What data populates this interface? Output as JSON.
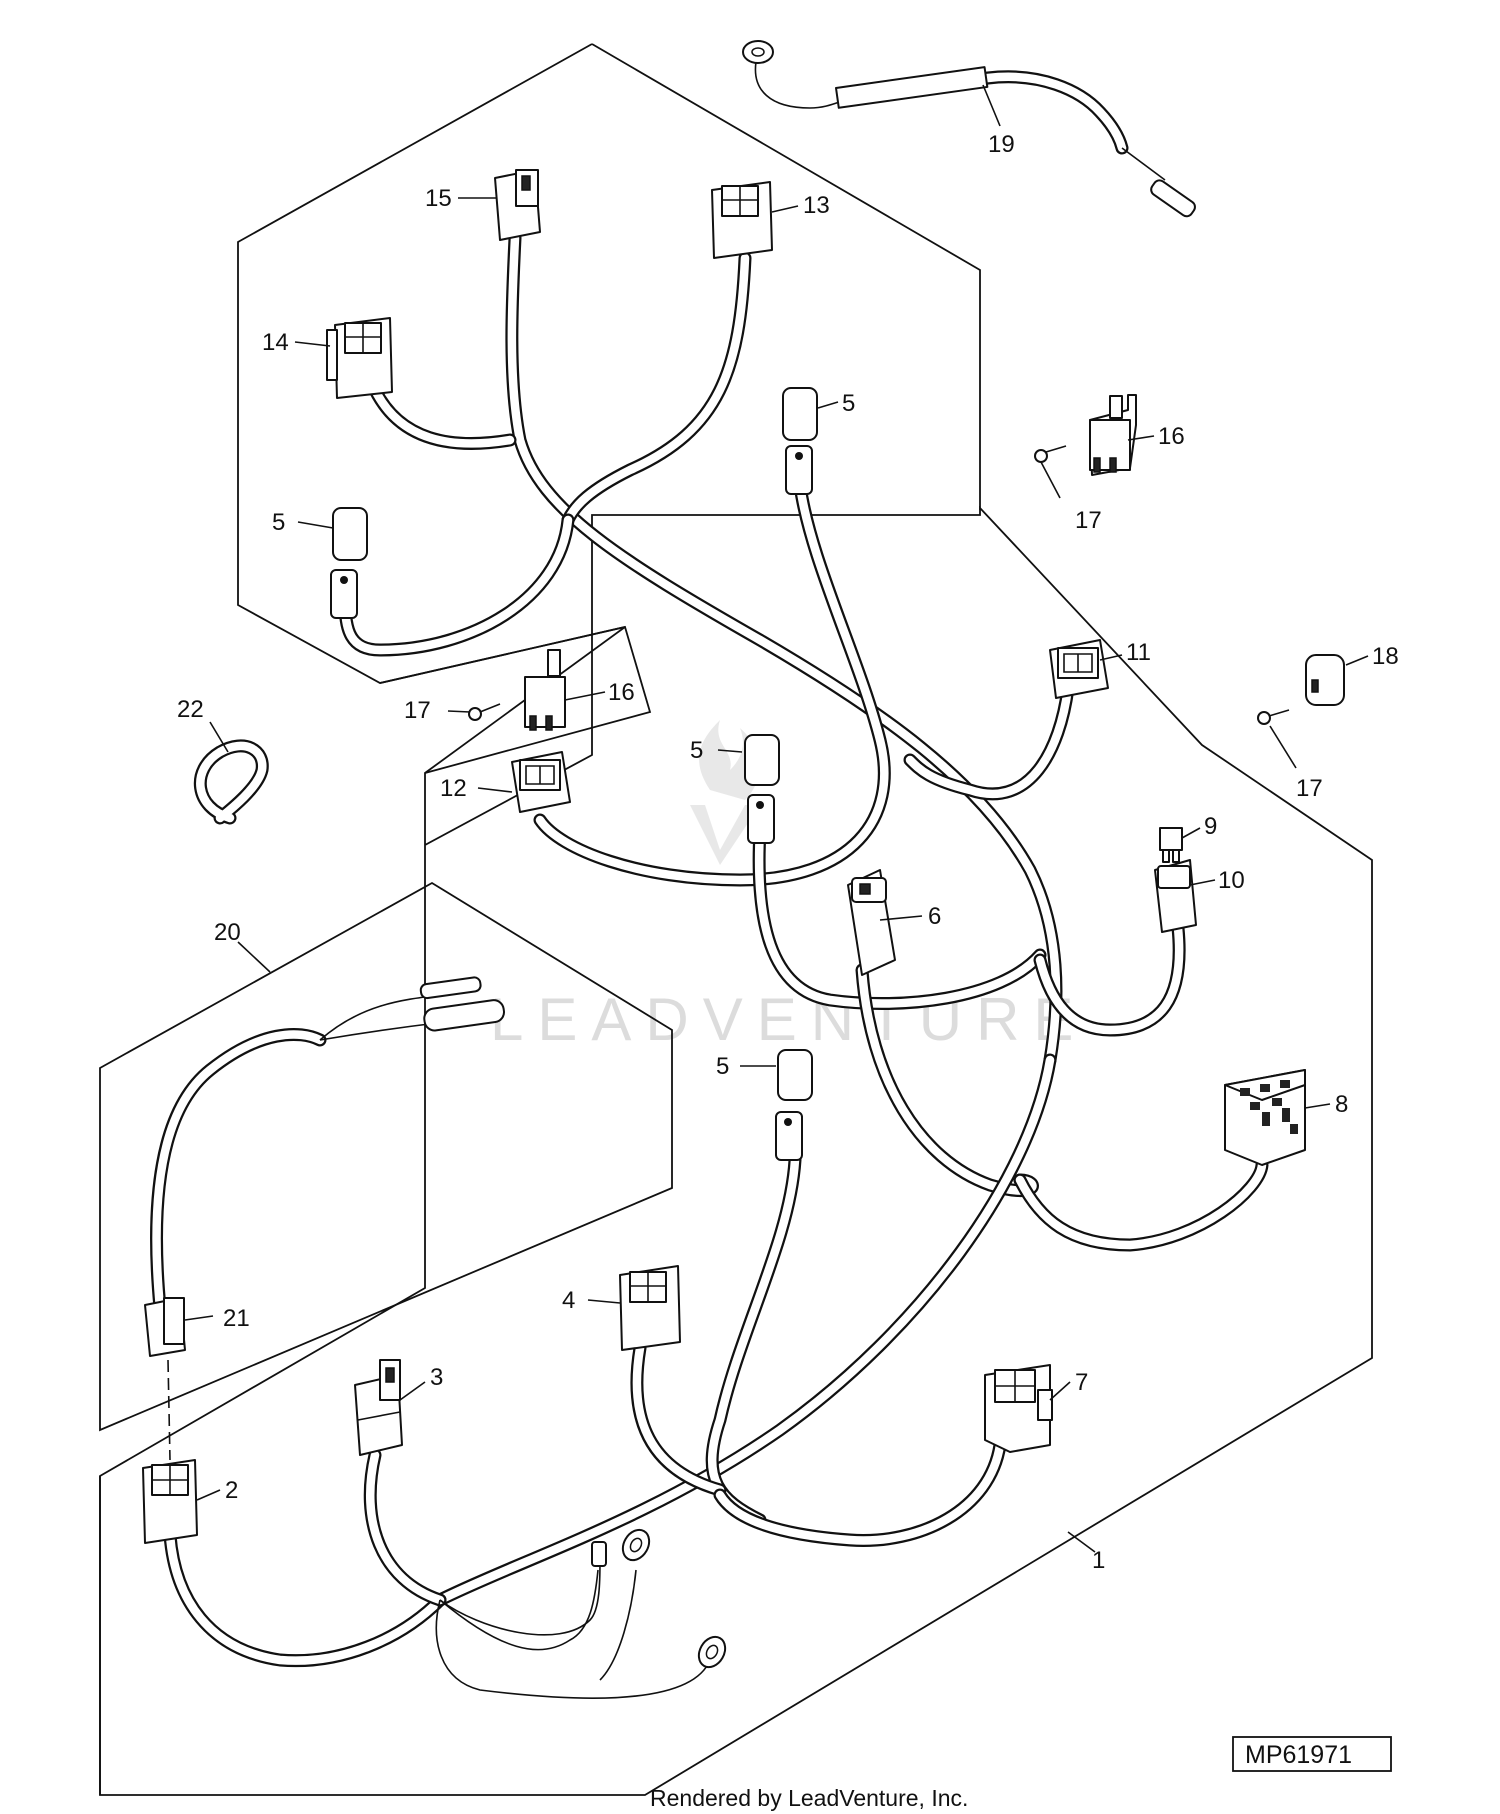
{
  "diagram": {
    "callouts": [
      {
        "id": "c1",
        "text": "1"
      },
      {
        "id": "c2",
        "text": "2"
      },
      {
        "id": "c3",
        "text": "3"
      },
      {
        "id": "c4",
        "text": "4"
      },
      {
        "id": "c5a",
        "text": "5"
      },
      {
        "id": "c5b",
        "text": "5"
      },
      {
        "id": "c5c",
        "text": "5"
      },
      {
        "id": "c5d",
        "text": "5"
      },
      {
        "id": "c6",
        "text": "6"
      },
      {
        "id": "c7",
        "text": "7"
      },
      {
        "id": "c8",
        "text": "8"
      },
      {
        "id": "c9",
        "text": "9"
      },
      {
        "id": "c10",
        "text": "10"
      },
      {
        "id": "c11",
        "text": "11"
      },
      {
        "id": "c12",
        "text": "12"
      },
      {
        "id": "c13",
        "text": "13"
      },
      {
        "id": "c14",
        "text": "14"
      },
      {
        "id": "c15",
        "text": "15"
      },
      {
        "id": "c16a",
        "text": "16"
      },
      {
        "id": "c16b",
        "text": "16"
      },
      {
        "id": "c17a",
        "text": "17"
      },
      {
        "id": "c17b",
        "text": "17"
      },
      {
        "id": "c17c",
        "text": "17"
      },
      {
        "id": "c18",
        "text": "18"
      },
      {
        "id": "c19",
        "text": "19"
      },
      {
        "id": "c20",
        "text": "20"
      },
      {
        "id": "c21",
        "text": "21"
      },
      {
        "id": "c22",
        "text": "22"
      }
    ],
    "figure_id": "MP61971",
    "footer": "Rendered by LeadVenture, Inc.",
    "watermark": "LEADVENTURE"
  }
}
